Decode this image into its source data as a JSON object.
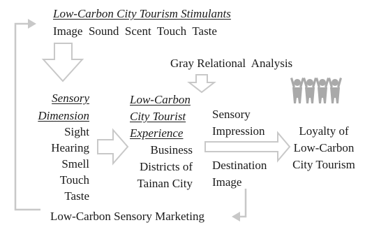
{
  "stimulants": {
    "title": "Low-Carbon City Tourism Stimulants",
    "items": "Image  Sound  Scent  Touch  Taste"
  },
  "gra": {
    "label": "Gray Relational  Analysis"
  },
  "sensory_dimension": {
    "title_line1": "Sensory",
    "title_line2": "Dimension",
    "items": [
      "Sight",
      "Hearing",
      "Smell",
      "Touch",
      "Taste"
    ]
  },
  "experience": {
    "title_line1": "Low-Carbon",
    "title_line2": "City Tourist",
    "title_line3": "Experience",
    "lines": [
      "Business",
      "Districts of",
      "Tainan City"
    ]
  },
  "sensory_impression": {
    "line1": "Sensory",
    "line2": "Impression"
  },
  "destination_image": {
    "line1": "Destination",
    "line2": "Image"
  },
  "loyalty": {
    "line1": "Loyalty of",
    "line2": "Low-Carbon",
    "line3": "City Tourism"
  },
  "marketing": {
    "label": "Low-Carbon Sensory Marketing"
  },
  "colors": {
    "arrow_outline": "#c8c8c8",
    "people_icon": "#a9a9a9",
    "text": "#1a1a1a"
  }
}
